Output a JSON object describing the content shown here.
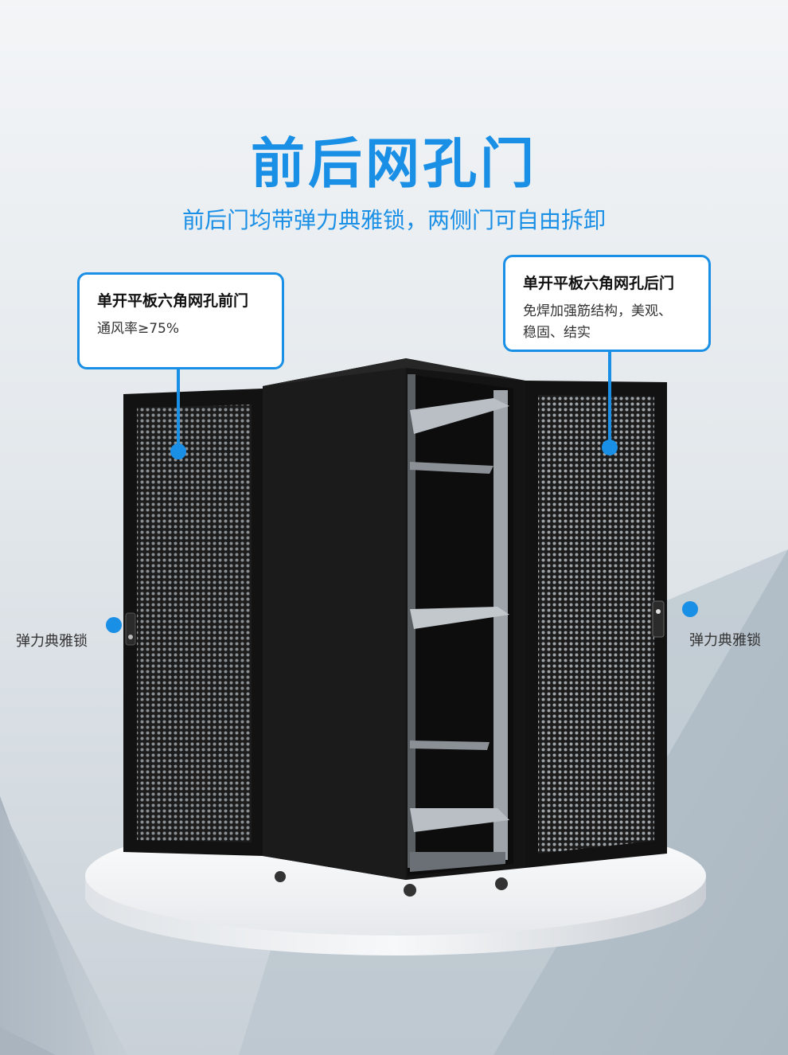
{
  "header": {
    "title": "前后网孔门",
    "subtitle": "前后门均带弹力典雅锁，两侧门可自由拆卸"
  },
  "callouts": {
    "front_door": {
      "title": "单开平板六角网孔前门",
      "desc": "通风率≥75%"
    },
    "rear_door": {
      "title": "单开平板六角网孔后门",
      "desc_line1": "免焊加强筋结构，美观、",
      "desc_line2": "稳固、结实"
    }
  },
  "labels": {
    "lock_left": "弹力典雅锁",
    "lock_right": "弹力典雅锁"
  },
  "colors": {
    "accent": "#1a8fe6",
    "cabinet": "#151515"
  }
}
